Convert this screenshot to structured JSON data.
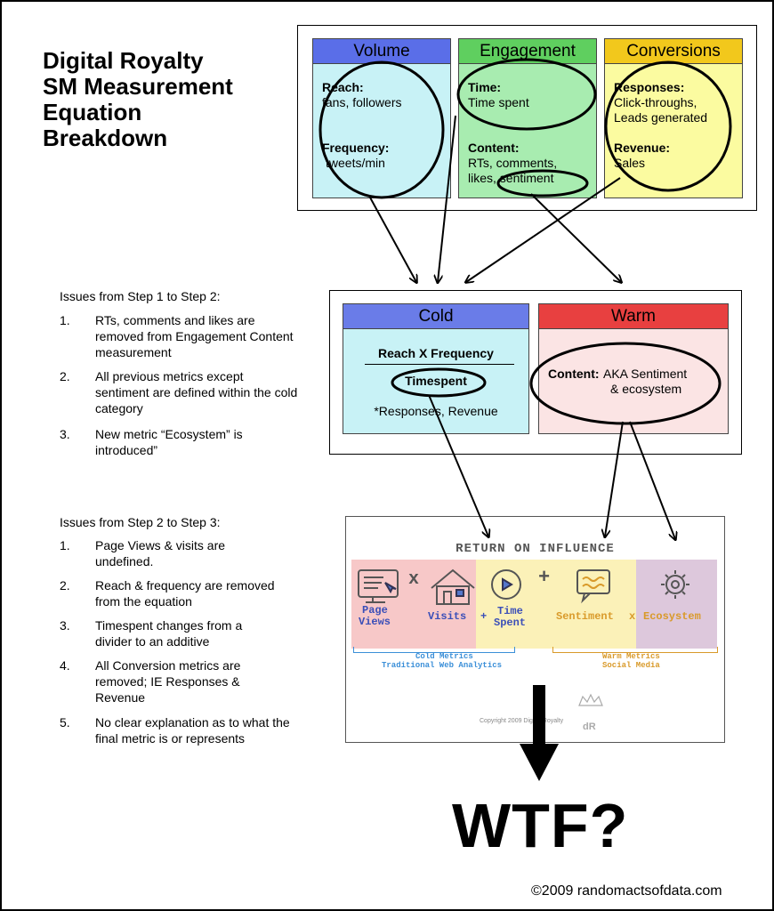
{
  "title": {
    "lines": [
      "Digital Royalty",
      "SM Measurement",
      "Equation",
      "Breakdown"
    ]
  },
  "step1": {
    "volume": {
      "header": "Volume",
      "reach_label": "Reach:",
      "reach_value": "fans, followers",
      "frequency_label": "Frequency:",
      "frequency_value": "tweets/min"
    },
    "engagement": {
      "header": "Engagement",
      "time_label": "Time:",
      "time_value": "Time spent",
      "content_label": "Content:",
      "content_value_1": "RTs, comments,",
      "content_value_2": "likes, sentiment"
    },
    "conversions": {
      "header": "Conversions",
      "responses_label": "Responses:",
      "responses_value_1": "Click-throughs,",
      "responses_value_2": "Leads generated",
      "revenue_label": "Revenue:",
      "revenue_value": "Sales"
    }
  },
  "step2": {
    "cold": {
      "header": "Cold",
      "line1": "Reach X Frequency",
      "line2": "Timespent",
      "line3": "*Responses, Revenue"
    },
    "warm": {
      "header": "Warm",
      "content_label": "Content:",
      "content_value_1": "AKA  Sentiment",
      "content_value_2": "& ecosystem"
    }
  },
  "issues1": {
    "heading": "Issues from Step 1 to Step 2:",
    "items": [
      {
        "num": "1.",
        "text": "RTs, comments and likes are removed from Engagement Content measurement"
      },
      {
        "num": "2.",
        "text": "All previous metrics except sentiment are defined within the cold category"
      },
      {
        "num": "3.",
        "text": "New metric “Ecosystem” is introduced”"
      }
    ]
  },
  "issues2": {
    "heading": "Issues  from Step 2 to Step 3:",
    "items": [
      {
        "num": "1.",
        "text": "Page Views & visits are undefined."
      },
      {
        "num": "2.",
        "text": "Reach & frequency are removed from the equation"
      },
      {
        "num": "3.",
        "text": "Timespent changes from  a divider to an additive"
      },
      {
        "num": "4.",
        "text": "All Conversion metrics are removed; IE Responses & Revenue"
      },
      {
        "num": "5.",
        "text": "No clear explanation as to what the final metric is or represents"
      }
    ]
  },
  "roi": {
    "title": "RETURN ON INFLUENCE",
    "page_views_1": "Page",
    "page_views_2": "Views",
    "visits": "Visits",
    "time_spent_1": "Time",
    "time_spent_2": "Spent",
    "sentiment": "Sentiment",
    "ecosystem": "Ecosystem",
    "op_x1": "x",
    "op_plus1": "+",
    "op_plus2": "+",
    "op_x2": "x",
    "cold_sub_1": "Cold Metrics",
    "cold_sub_2": "Traditional Web Analytics",
    "warm_sub_1": "Warm Metrics",
    "warm_sub_2": "Social Media",
    "copyright": "Copyright 2009 Digital Royalty",
    "logo": "dR"
  },
  "wtf": "WTF?",
  "footer": "©2009  randomactsofdata.com",
  "colors": {
    "volume_head": "#5a6ee8",
    "volume_body": "#c8f2f6",
    "engagement_head": "#5fcf5f",
    "engagement_body": "#a8ecb0",
    "conversions_head": "#f2c81c",
    "conversions_body": "#fbfba0",
    "cold_head": "#6a7ce8",
    "cold_body": "#c8f2f6",
    "warm_head": "#e84040",
    "warm_body": "#fbe4e4",
    "roi_pink": "#f7c8c8",
    "roi_yellow": "#fbf1b8",
    "roi_lavender": "#ddc8dc"
  }
}
